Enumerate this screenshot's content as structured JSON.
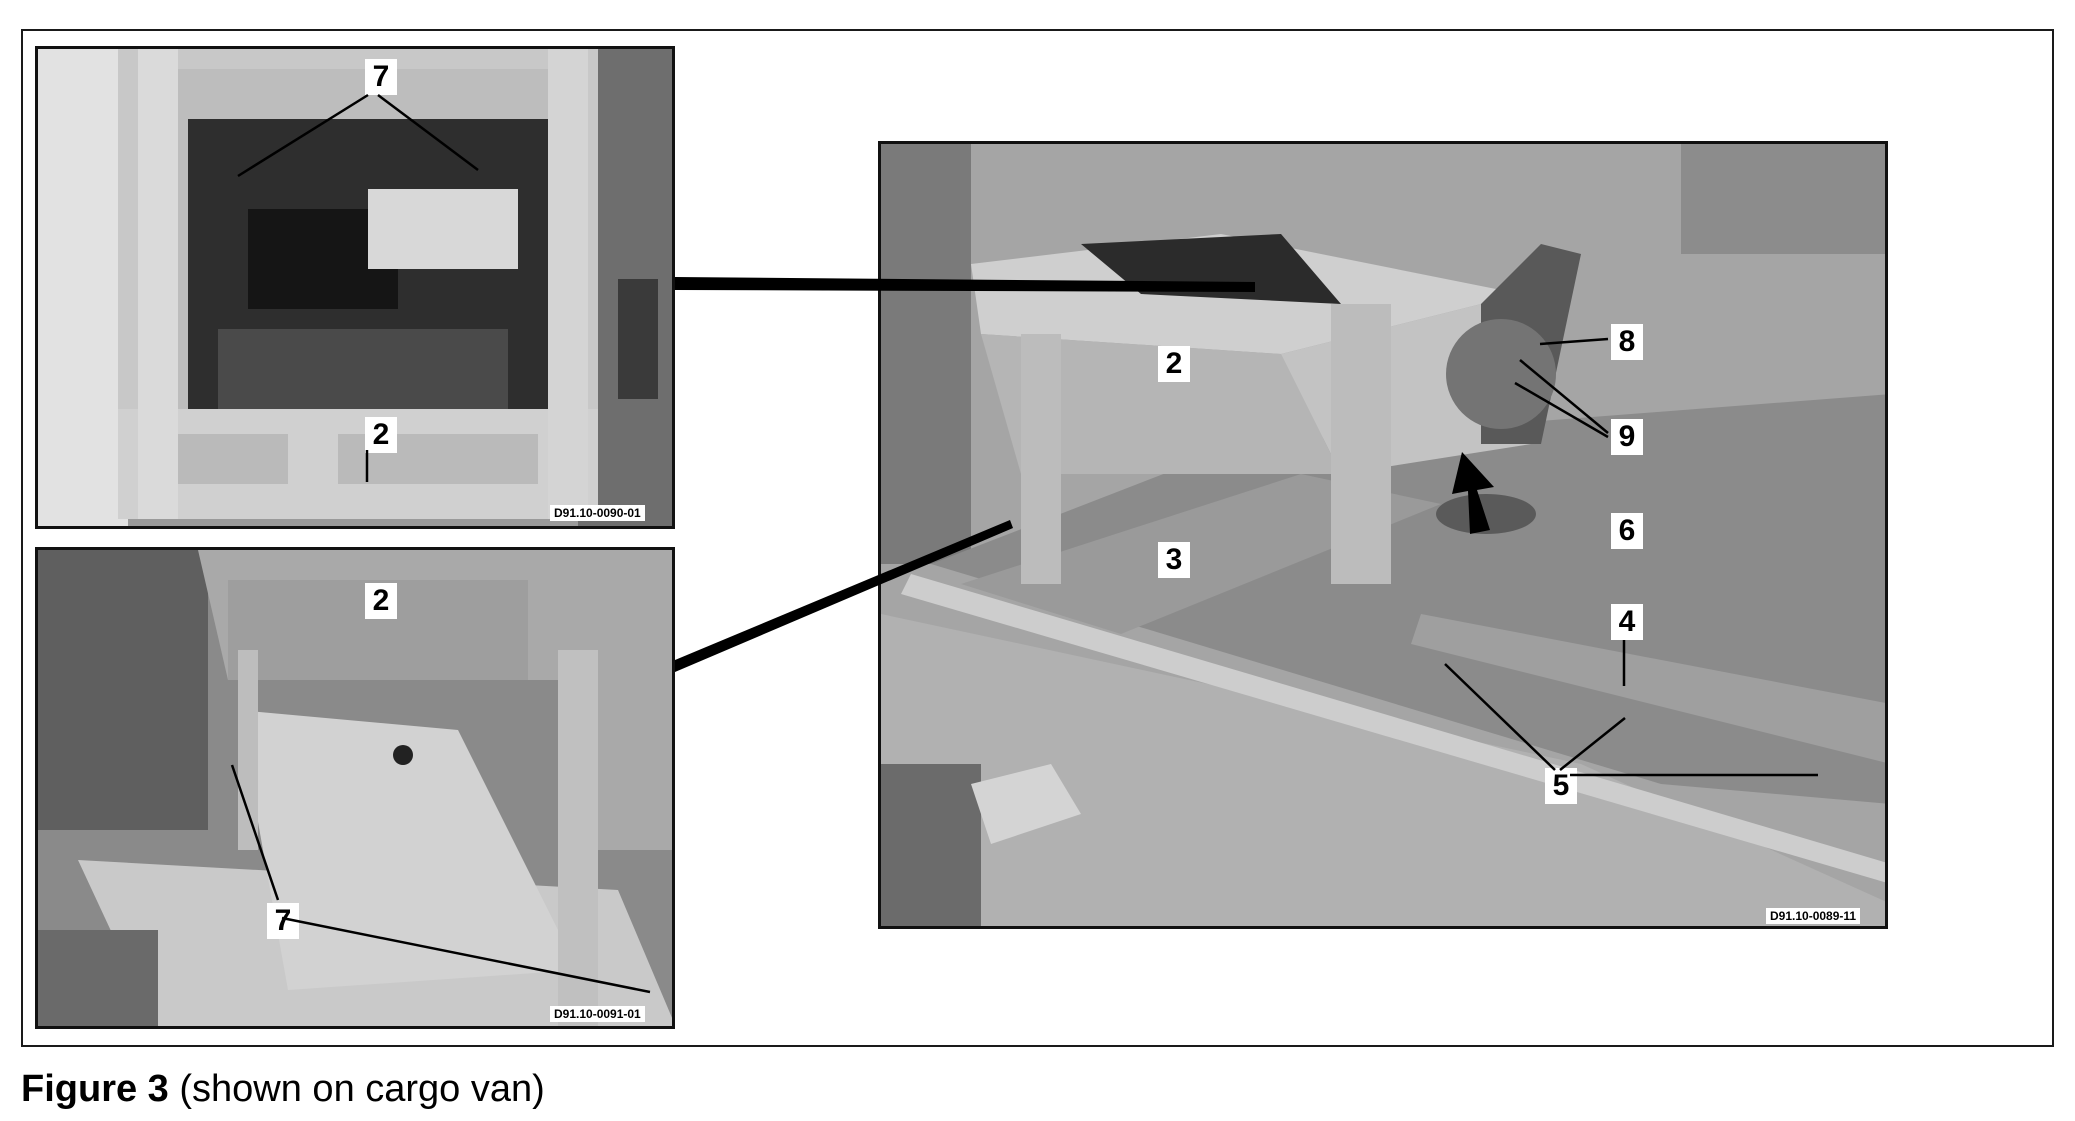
{
  "figure": {
    "label": "Figure 3",
    "caption": "(shown on cargo van)"
  },
  "photos": {
    "top_left": {
      "code": "D91.10-0090-01",
      "callouts": [
        "7",
        "2"
      ]
    },
    "bottom_left": {
      "code": "D91.10-0091-01",
      "callouts": [
        "2",
        "7"
      ]
    },
    "main": {
      "code": "D91.10-0089-11",
      "callouts": [
        "2",
        "3",
        "4",
        "5",
        "6",
        "8",
        "9"
      ]
    }
  }
}
